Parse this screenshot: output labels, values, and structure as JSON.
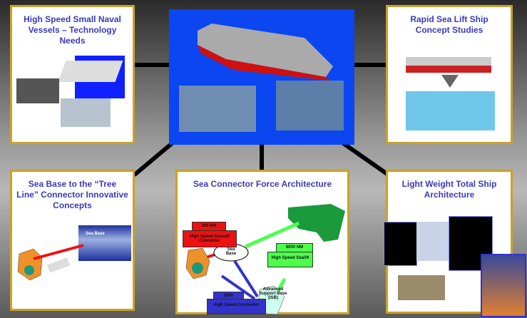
{
  "panels": {
    "top_left": {
      "title": "High Speed Small Naval Vessels – Technology Needs"
    },
    "top_right": {
      "title": "Rapid Sea Lift Ship Concept Studies"
    },
    "bottom_left": {
      "title": "Sea Base to the “Tree Line” Connector Innovative Concepts",
      "image_label": "Sea Base"
    },
    "bottom_center": {
      "title": "Sea Connector Force Architecture",
      "labels": {
        "assault_range": "200 NM",
        "assault": "High Speed Assault Connector",
        "sea_base": "Sea Base",
        "sealift_range": "6000 NM",
        "sealift": "High Speed Sealift",
        "asb": "Advanced Support Base (ISB)",
        "connector_range": "2000",
        "connector": "High Speed Connector"
      }
    },
    "bottom_right": {
      "title": "Light Weight Total Ship Architecture"
    }
  },
  "colors": {
    "border": "#c9a227",
    "title": "#3a3ab8",
    "center": "#0b46f0"
  }
}
